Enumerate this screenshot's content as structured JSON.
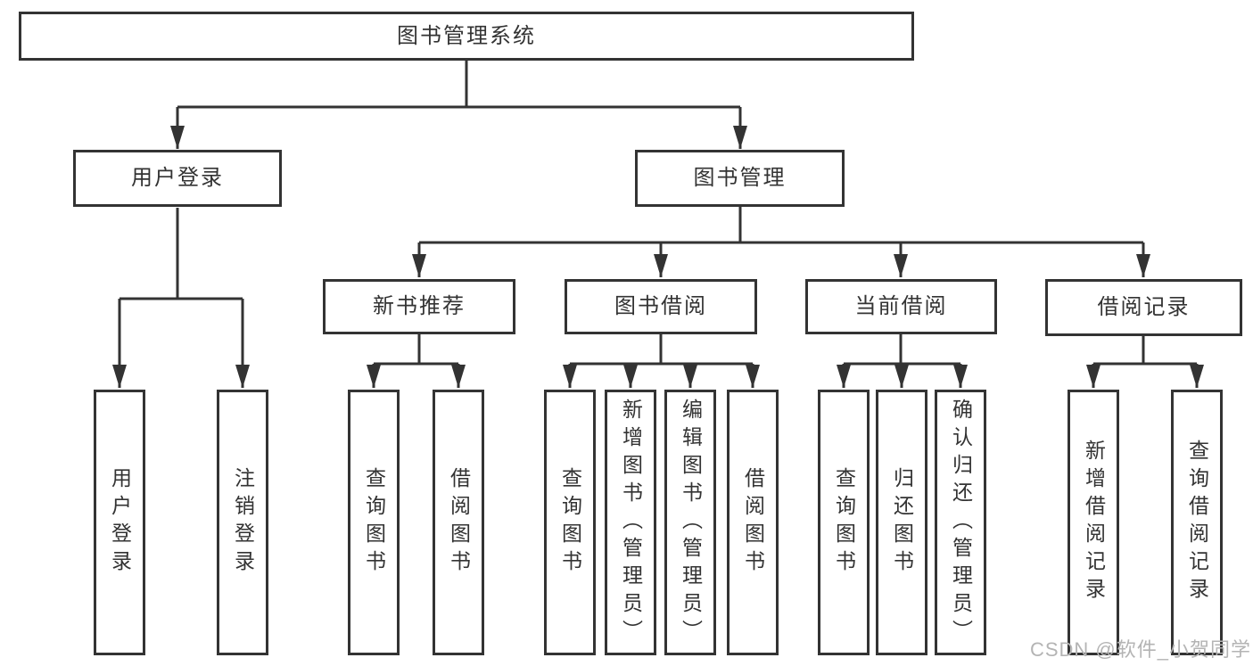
{
  "root": {
    "label": "图书管理系统"
  },
  "level2": [
    {
      "label": "用户登录"
    },
    {
      "label": "图书管理"
    }
  ],
  "level3": [
    {
      "label": "新书推荐"
    },
    {
      "label": "图书借阅"
    },
    {
      "label": "当前借阅"
    },
    {
      "label": "借阅记录"
    }
  ],
  "leaves": {
    "user_login": [
      {
        "label": "用户登录"
      },
      {
        "label": "注销登录"
      }
    ],
    "new_book": [
      {
        "label": "查询图书"
      },
      {
        "label": "借阅图书"
      }
    ],
    "book_borrow": [
      {
        "label": "查询图书"
      },
      {
        "label": "新增图书（管理员）"
      },
      {
        "label": "编辑图书（管理员）"
      },
      {
        "label": "借阅图书"
      }
    ],
    "current_borrow": [
      {
        "label": "查询图书"
      },
      {
        "label": "归还图书"
      },
      {
        "label": "确认归还（管理员）"
      }
    ],
    "borrow_record": [
      {
        "label": "新增借阅记录"
      },
      {
        "label": "查询借阅记录"
      }
    ]
  },
  "watermark": {
    "text": "CSDN @软件_小贺同学"
  },
  "colors": {
    "line": "#333333",
    "text": "#333333",
    "background": "#ffffff",
    "watermark": "#b4b4b4"
  }
}
